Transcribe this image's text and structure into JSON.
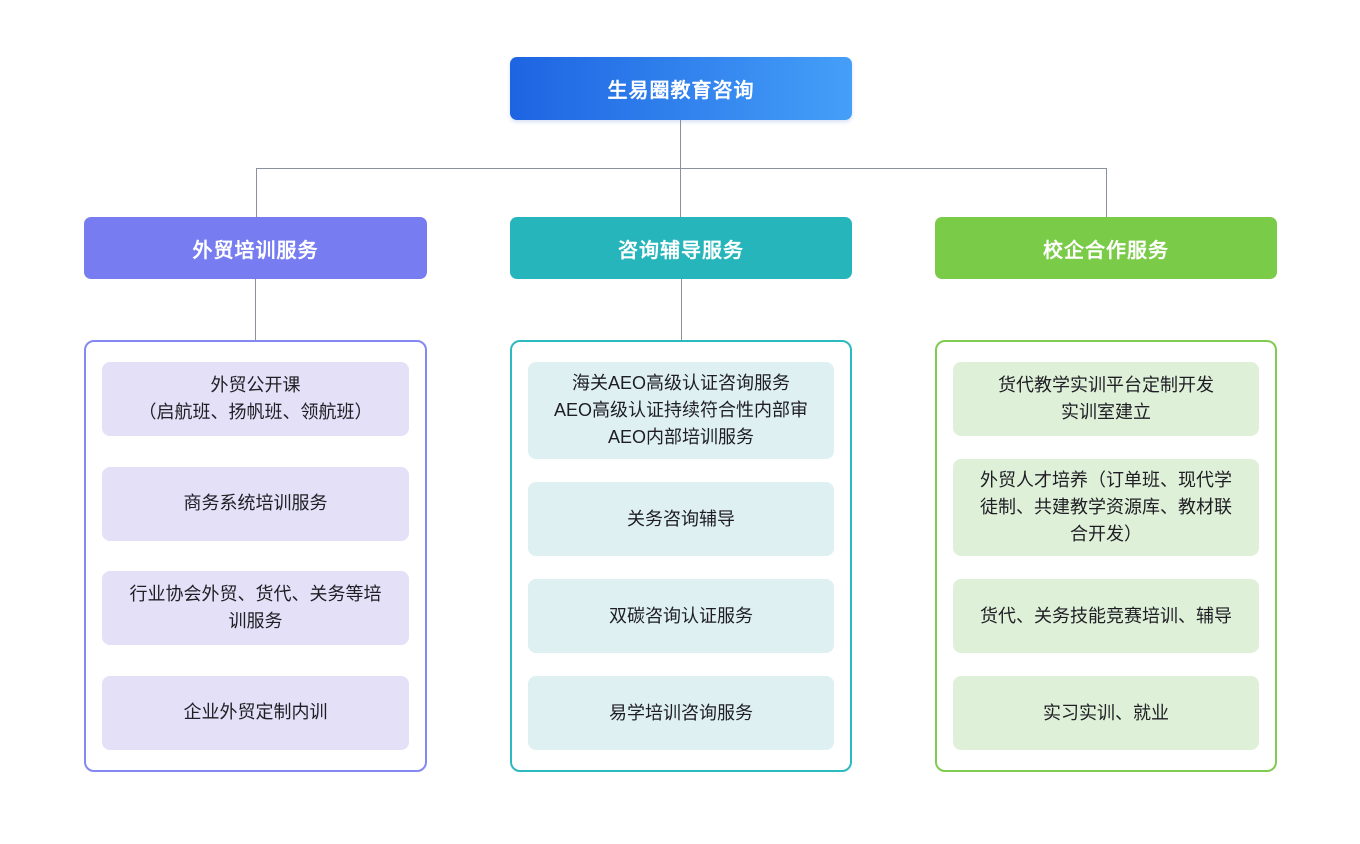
{
  "diagram": {
    "title": "生易圈教育咨询",
    "connector_color": "#8a909c",
    "root": {
      "label": "生易圈教育咨询",
      "gradient_from": "#1d64e2",
      "gradient_to": "#459ff8",
      "text_color": "#ffffff"
    },
    "branches": [
      {
        "label": "外贸培训服务",
        "accent": "#777df1",
        "border": "#8488f3",
        "fill": "#e3e0f7",
        "has_stub": true,
        "items": [
          "外贸公开课\n（启航班、扬帆班、领航班）",
          "商务系统培训服务",
          "行业协会外贸、货代、关务等培训服务",
          "企业外贸定制内训"
        ]
      },
      {
        "label": "咨询辅导服务",
        "accent": "#26b5ba",
        "border": "#2cb9c0",
        "fill": "#def0f2",
        "has_stub": true,
        "items": [
          "海关AEO高级认证咨询服务\nAEO高级认证持续符合性内部审\nAEO内部培训服务",
          "关务咨询辅导",
          "双碳咨询认证服务",
          "易学培训咨询服务"
        ]
      },
      {
        "label": "校企合作服务",
        "accent": "#7acb47",
        "border": "#7fcc50",
        "fill": "#dff0d8",
        "has_stub": false,
        "items": [
          "货代教学实训平台定制开发\n实训室建立",
          "外贸人才培养（订单班、现代学徒制、共建教学资源库、教材联合开发）",
          "货代、关务技能竞赛培训、辅导",
          "实习实训、就业"
        ]
      }
    ]
  }
}
